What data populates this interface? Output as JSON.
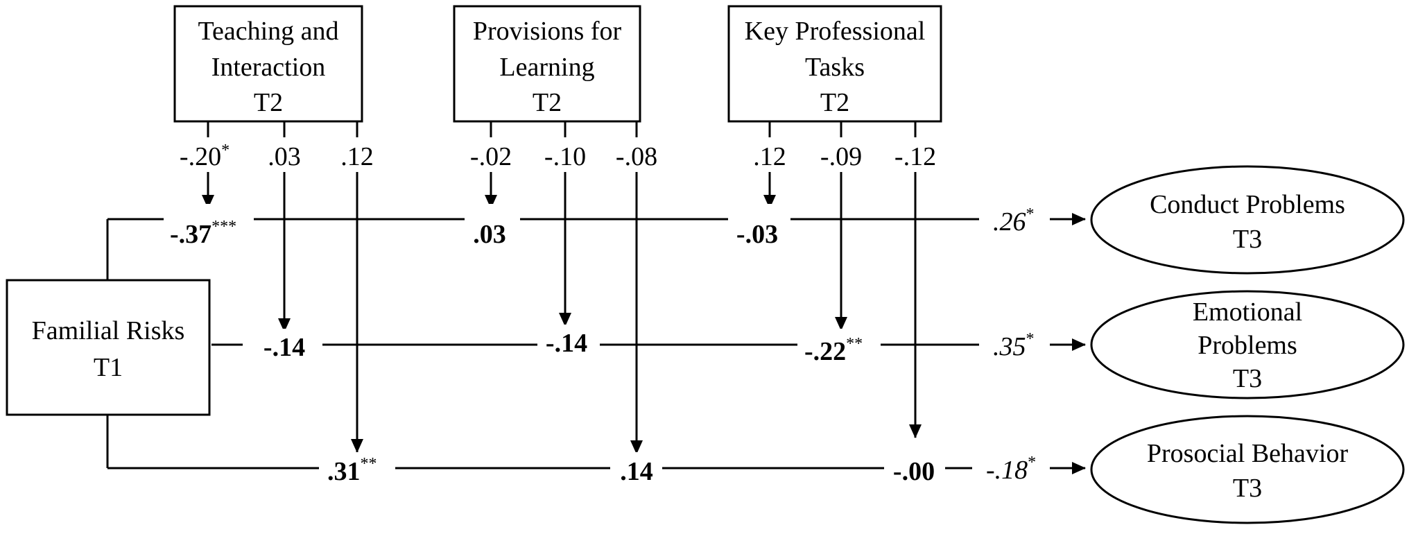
{
  "moderators": [
    {
      "lines": [
        "Teaching and",
        "Interaction",
        "T2"
      ]
    },
    {
      "lines": [
        "Provisions for",
        "Learning",
        "T2"
      ]
    },
    {
      "lines": [
        "Key Professional",
        "Tasks",
        "T2"
      ]
    }
  ],
  "predictor": {
    "lines": [
      "Familial Risks",
      "T1"
    ]
  },
  "outcomes": [
    {
      "lines": [
        "Conduct Problems",
        "T3"
      ]
    },
    {
      "lines": [
        "Emotional",
        "Problems",
        "T3"
      ]
    },
    {
      "lines": [
        "Prosocial Behavior",
        "T3"
      ]
    }
  ],
  "moderator_coefficients": [
    {
      "value": "-.20",
      "sig": "*"
    },
    {
      "value": ".03",
      "sig": ""
    },
    {
      "value": ".12",
      "sig": ""
    },
    {
      "value": "-.02",
      "sig": ""
    },
    {
      "value": "-.10",
      "sig": ""
    },
    {
      "value": "-.08",
      "sig": ""
    },
    {
      "value": ".12",
      "sig": ""
    },
    {
      "value": "-.09",
      "sig": ""
    },
    {
      "value": "-.12",
      "sig": ""
    }
  ],
  "path_values": [
    {
      "value": "-.37",
      "sig": "***"
    },
    {
      "value": ".03",
      "sig": ""
    },
    {
      "value": "-.03",
      "sig": ""
    },
    {
      "value": "-.14",
      "sig": ""
    },
    {
      "value": "-.14",
      "sig": ""
    },
    {
      "value": "-.22",
      "sig": "**"
    },
    {
      "value": ".31",
      "sig": "**"
    },
    {
      "value": ".14",
      "sig": ""
    },
    {
      "value": "-.00",
      "sig": ""
    }
  ],
  "outcome_values": [
    {
      "value": ".26",
      "sig": "*"
    },
    {
      "value": ".35",
      "sig": "*"
    },
    {
      "value": "-.18",
      "sig": "*"
    }
  ]
}
